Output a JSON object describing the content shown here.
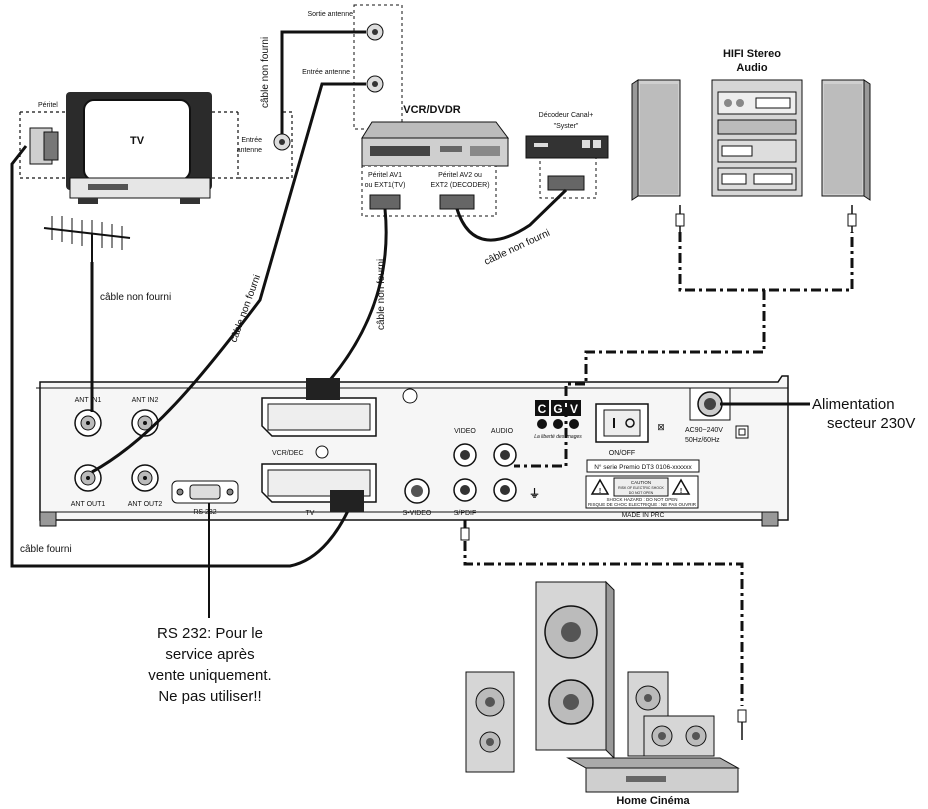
{
  "devices": {
    "tv": {
      "label": "TV",
      "entree_antenne": [
        "Entrée",
        "antenne"
      ]
    },
    "peritel": "Péritel",
    "vcr": {
      "title": "VCR/DVDR",
      "sortie_antenne": "Sortie antenne",
      "entree_antenne": "Entrée antenne",
      "av1": [
        "Péritel AV1",
        "ou EXT1(TV)"
      ],
      "av2": [
        "Péritel AV2 ou",
        "EXT2 (DECODER)"
      ]
    },
    "decoder": {
      "label": [
        "Décodeur Canal+",
        "\"Syster\""
      ]
    },
    "hifi": {
      "title": [
        "HIFI Stereo",
        "Audio"
      ]
    },
    "home_cinema": {
      "title": "Home Cinéma"
    }
  },
  "cables": {
    "non_fourni": "câble non fourni",
    "fourni": "câble fourni"
  },
  "receiver": {
    "ant_in1": "ANT IN1",
    "ant_in2": "ANT IN2",
    "ant_out1": "ANT OUT1",
    "ant_out2": "ANT OUT2",
    "rs232": "RS 232",
    "vcr_dec": "VCR/DEC",
    "tv": "TV",
    "s_video": "S-VIDEO",
    "video": "VIDEO",
    "audio": "AUDIO",
    "spdif": "S/PDIF",
    "brand": "CGV",
    "brand_tagline": "La liberté des images",
    "on_off": "ON/OFF",
    "power_rating": [
      "AC90~240V",
      "50Hz/60Hz"
    ],
    "serial": "N° serie Premio DT3 0106-xxxxxx",
    "caution": [
      "CAUTION",
      "RISK OF ELECTRIC SHOCK",
      "DO NOT OPEN"
    ],
    "shock_hazard": [
      "SHOCK HAZARD : DO NOT OPEN",
      "RISQUE DE CHOC ELECTRIQUE : NE PAS OUVRIR"
    ],
    "made_in": "MADE IN PRC"
  },
  "callouts": {
    "alimentation": [
      "Alimentation",
      "secteur 230V"
    ],
    "rs232_note": [
      "RS 232: Pour le",
      "service après",
      "vente uniquement.",
      "Ne pas utiliser!!"
    ]
  },
  "colors": {
    "line": "#111111",
    "device_fill": "#d8d8d8",
    "dark_fill": "#3a3a3a",
    "panel_fill": "#f4f4f4"
  }
}
